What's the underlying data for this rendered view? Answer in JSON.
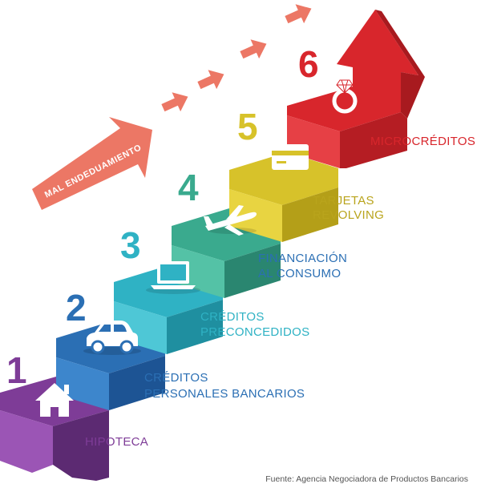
{
  "diagram": {
    "arrow_label": "MAL ENDEDUAMIENTO",
    "source": "Fuente: Agencia Negociadora de Productos Bancarios",
    "steps": [
      {
        "number": "1",
        "label_lines": [
          "HIPOTECA"
        ],
        "color": "#7e3c97",
        "icon": "house-icon"
      },
      {
        "number": "2",
        "label_lines": [
          "CRÉDITOS",
          "PERSONALES BANCARIOS"
        ],
        "color": "#2b6fb4",
        "icon": "car-icon"
      },
      {
        "number": "3",
        "label_lines": [
          "CRÉDITOS",
          "PRECONCEDIDOS"
        ],
        "color": "#2fb2c4",
        "icon": "laptop-icon"
      },
      {
        "number": "4",
        "label_lines": [
          "FINANCIACIÓN",
          "AL CONSUMO"
        ],
        "color": "#3aaa8e",
        "icon": "airplane-icon"
      },
      {
        "number": "5",
        "label_lines": [
          "TARJETAS",
          "REVOLVING"
        ],
        "color": "#d7c22a",
        "icon": "credit-card-icon"
      },
      {
        "number": "6",
        "label_lines": [
          "MICROCRÉDITOS"
        ],
        "color": "#d8262c",
        "icon": "ring-icon"
      }
    ],
    "colors": {
      "salmon_arrows": "#ec7765",
      "label_1": "#7e3c97",
      "label_2": "#2b6fb4",
      "label_3": "#2fb2c4",
      "label_4": "#2b6fb4",
      "label_5": "#b9a41c",
      "label_6": "#d8262c"
    }
  }
}
